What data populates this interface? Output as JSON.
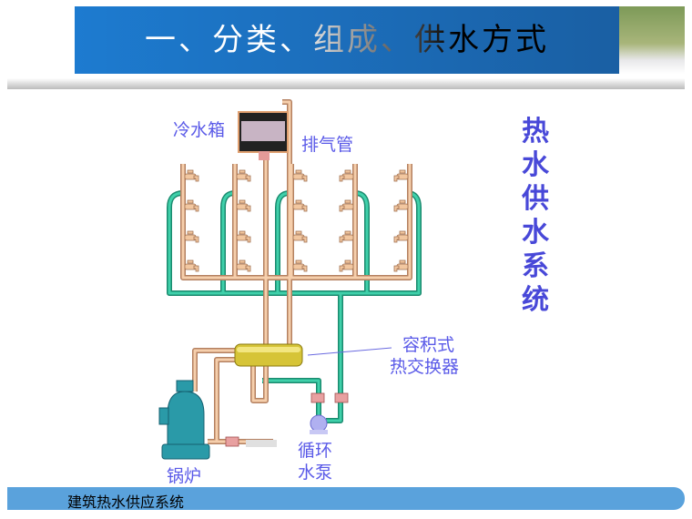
{
  "header": {
    "title": "一、分类、组成、供水方式"
  },
  "footer": {
    "text": "建筑热水供应系统"
  },
  "diagram": {
    "labels": {
      "cold_tank": "冷水箱",
      "vent_pipe": "排气管",
      "heat_exchanger_1": "容积式",
      "heat_exchanger_2": "热交换器",
      "boiler": "锅炉",
      "pump_1": "循环",
      "pump_2": "水泵"
    },
    "side_title": [
      "热",
      "水",
      "供",
      "水",
      "系",
      "统"
    ],
    "colors": {
      "hot_pipe": "#f0c8a0",
      "return_pipe": "#2fbf9a",
      "label": "#5a5ae8"
    }
  }
}
